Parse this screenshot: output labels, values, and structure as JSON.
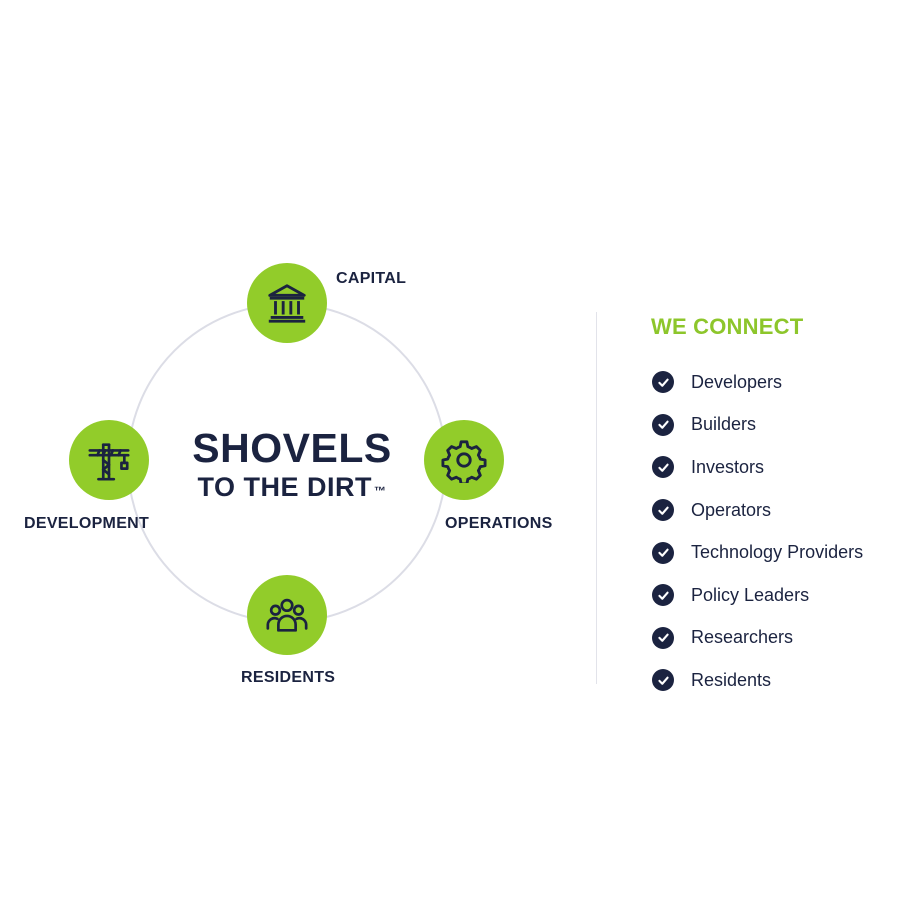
{
  "diagram": {
    "title_line1": "SHOVELS",
    "title_line2": "TO THE DIRT",
    "trademark": "™",
    "nodes": [
      {
        "label": "CAPITAL",
        "icon": "bank-icon"
      },
      {
        "label": "OPERATIONS",
        "icon": "gear-icon"
      },
      {
        "label": "RESIDENTS",
        "icon": "people-icon"
      },
      {
        "label": "DEVELOPMENT",
        "icon": "crane-icon"
      }
    ],
    "colors": {
      "accent": "#92cc2a",
      "navy": "#1b2340",
      "ring": "#dcdde6"
    }
  },
  "connect": {
    "heading": "WE CONNECT",
    "items": [
      "Developers",
      "Builders",
      "Investors",
      "Operators",
      "Technology Providers",
      "Policy Leaders",
      "Researchers",
      "Residents"
    ],
    "check_icon": "check-circle-icon"
  }
}
